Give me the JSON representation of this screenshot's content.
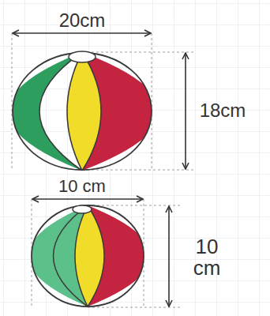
{
  "diagram": {
    "labels": [
      "20cm",
      "18cm",
      "10 cm",
      "10 cm"
    ]
  }
}
